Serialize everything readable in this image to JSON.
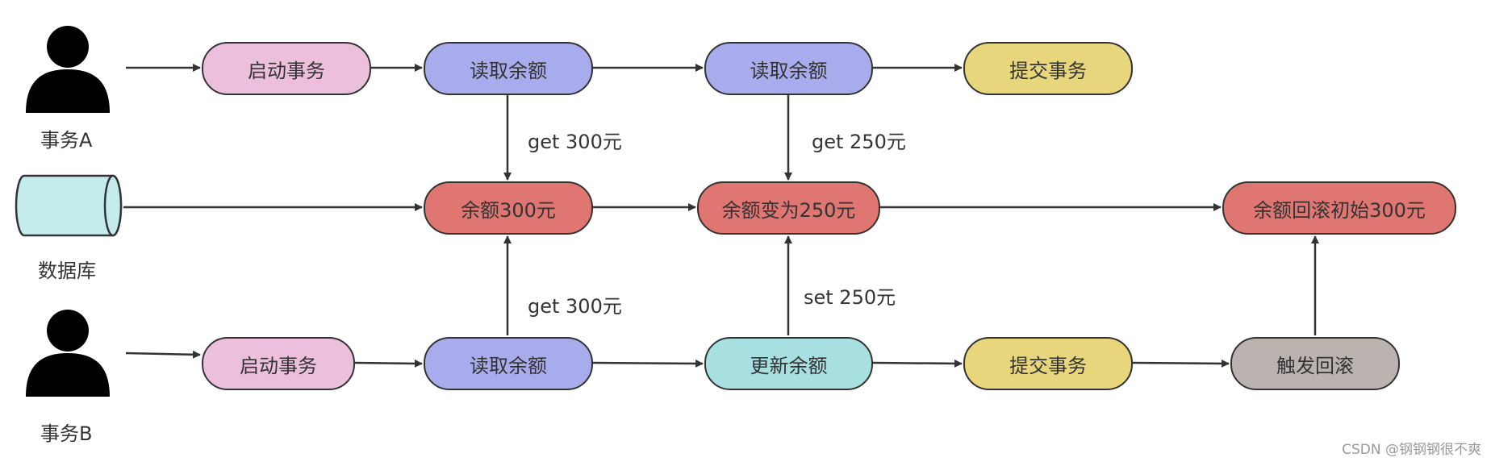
{
  "actors": {
    "a": {
      "label": "事务A"
    },
    "b": {
      "label": "事务B"
    },
    "db": {
      "label": "数据库"
    }
  },
  "nodes": {
    "a_start": "启动事务",
    "a_read1": "读取余额",
    "a_read2": "读取余额",
    "a_commit": "提交事务",
    "db_300": "余额300元",
    "db_250": "余额变为250元",
    "db_rollback": "余额回滚初始300元",
    "b_start": "启动事务",
    "b_read": "读取余额",
    "b_update": "更新余额",
    "b_commit": "提交事务",
    "b_rollback": "触发回滚"
  },
  "edge_labels": {
    "a_get300": "get 300元",
    "a_get250": "get 250元",
    "b_get300": "get 300元",
    "b_set250": "set 250元"
  },
  "watermark": "CSDN @钢钢钢很不爽",
  "colors": {
    "stroke": "#333333",
    "start": "#ecbfdc",
    "read": "#a9acec",
    "commit": "#e7d67c",
    "db_state": "#df7672",
    "update": "#a8dfe0",
    "rollback": "#bbb3b0",
    "cylinder": "#c5ecec"
  }
}
